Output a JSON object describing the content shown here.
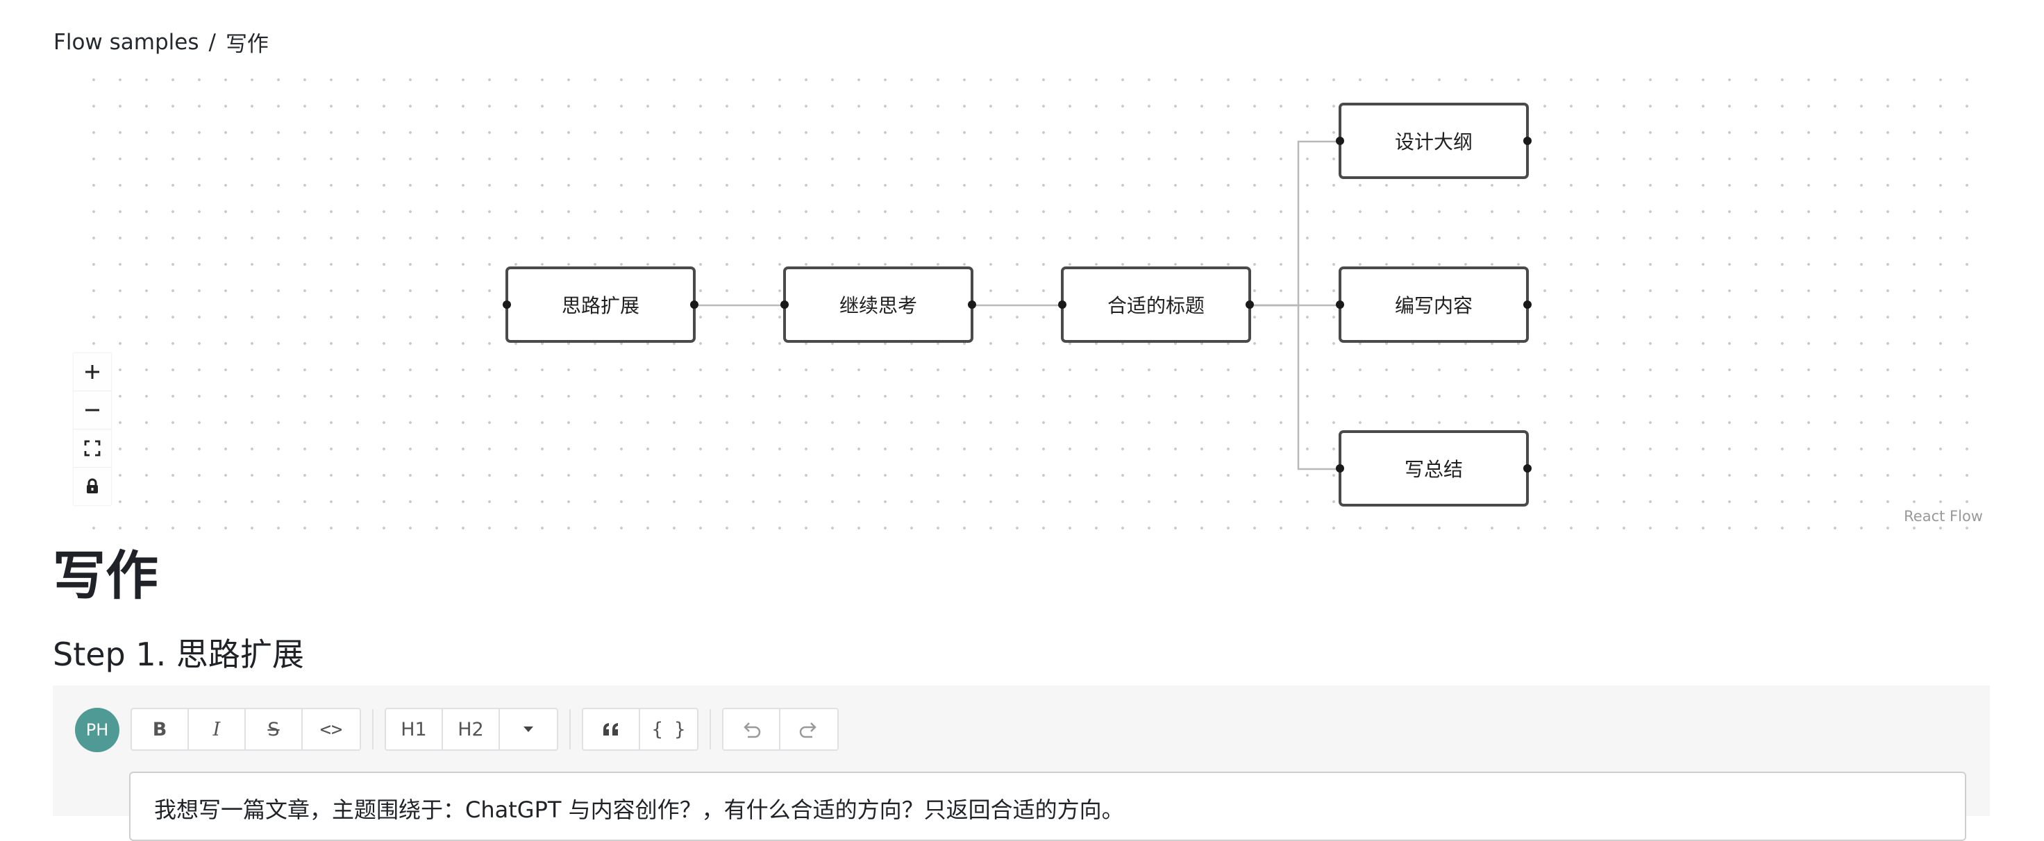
{
  "breadcrumb": {
    "parent": "Flow samples",
    "separator": "/",
    "current": "写作"
  },
  "flow": {
    "nodes": [
      {
        "id": "n1",
        "label": "思路扩展"
      },
      {
        "id": "n2",
        "label": "继续思考"
      },
      {
        "id": "n3",
        "label": "合适的标题"
      },
      {
        "id": "n4",
        "label": "设计大纲"
      },
      {
        "id": "n5",
        "label": "编写内容"
      },
      {
        "id": "n6",
        "label": "写总结"
      }
    ],
    "edges": [
      {
        "from": "n1",
        "to": "n2"
      },
      {
        "from": "n2",
        "to": "n3"
      },
      {
        "from": "n3",
        "to": "n4"
      },
      {
        "from": "n3",
        "to": "n5"
      },
      {
        "from": "n3",
        "to": "n6"
      }
    ],
    "controls": [
      "zoom-in-icon",
      "zoom-out-icon",
      "fit-view-icon",
      "lock-icon"
    ],
    "attribution": "React Flow"
  },
  "page": {
    "title": "写作",
    "step_title": "Step 1. 思路扩展"
  },
  "chat": {
    "avatar_initials": "PH",
    "avatar_color": "#4f9a94",
    "toolbar": {
      "format": [
        {
          "name": "bold-button",
          "label": "B"
        },
        {
          "name": "italic-button",
          "label": "I"
        },
        {
          "name": "strikethrough-button",
          "label": "S"
        },
        {
          "name": "code-button",
          "label": "<>"
        }
      ],
      "headings": [
        {
          "name": "h1-button",
          "label": "H1"
        },
        {
          "name": "h2-button",
          "label": "H2"
        },
        {
          "name": "more-headings-button",
          "label": "chevron-down-icon"
        }
      ],
      "blocks": [
        {
          "name": "blockquote-button",
          "label": "quote-icon"
        },
        {
          "name": "code-block-button",
          "label": "{ }"
        }
      ],
      "history": [
        {
          "name": "undo-button",
          "label": "undo-icon"
        },
        {
          "name": "redo-button",
          "label": "redo-icon"
        }
      ]
    },
    "input_text": "我想写一篇文章，主题围绕于：ChatGPT 与内容创作？，有什么合适的方向？只返回合适的方向。"
  }
}
